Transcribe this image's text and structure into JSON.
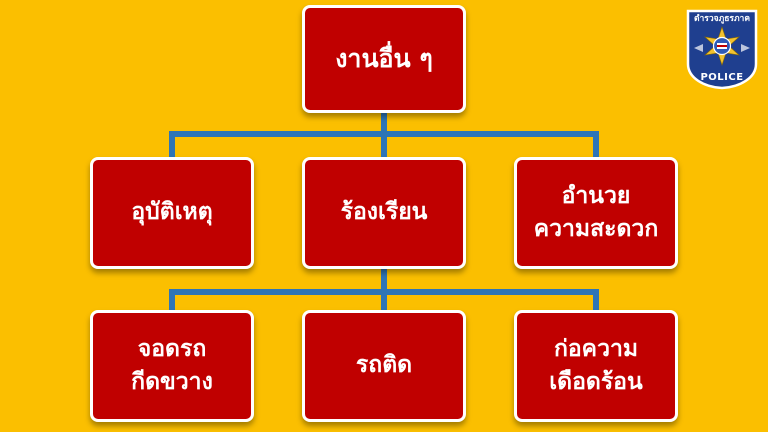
{
  "diagram": {
    "root": "งานอื่น ๆ",
    "level1": [
      "อุบัติเหตุ",
      "ร้องเรียน",
      "อำนวย\nความสะดวก"
    ],
    "level2": [
      "จอดรถ\nกีดขวาง",
      "รถติด",
      "ก่อความ\nเดือดร้อน"
    ]
  },
  "badge": {
    "top_text": "ตำรวจภูธรภาค",
    "bottom_text": "POLICE"
  },
  "colors": {
    "background": "#FBBF00",
    "box_fill": "#C00000",
    "box_border": "#FFFFFF",
    "connector": "#2E75B6",
    "badge_fill": "#1F3F8F"
  }
}
